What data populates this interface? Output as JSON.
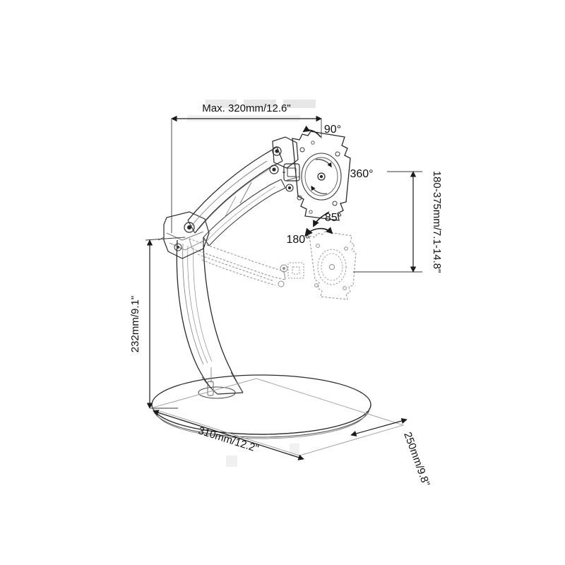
{
  "drawing": {
    "title": "Monitor stand technical dimension drawing",
    "background_color": "#ffffff",
    "line_color": "#1a1a1a",
    "phantom_line_color": "#7a7a7a",
    "watermark_color": "#e3e3e3"
  },
  "dimensions": {
    "reach": {
      "label": "Max. 320mm/12.6\"",
      "orientation": "horizontal",
      "position": "top"
    },
    "height_range": {
      "label": "180-375mm/7.1-14.8\"",
      "orientation": "vertical",
      "position": "right"
    },
    "column_height": {
      "label": "232mm/9.1\"",
      "orientation": "vertical",
      "position": "left"
    },
    "base_width": {
      "label": "310mm/12.2\"",
      "orientation": "diagonal",
      "position": "bottom-left"
    },
    "base_depth": {
      "label": "250mm/9.8\"",
      "orientation": "diagonal",
      "position": "bottom-right"
    }
  },
  "angles": {
    "tilt_up": {
      "label": "90°"
    },
    "rotation": {
      "label": "360°"
    },
    "tilt_down": {
      "label": "85°"
    },
    "swivel": {
      "label": "180°"
    }
  },
  "parts": {
    "vesa_plate": "vesa-mounting-plate",
    "gas_spring_arm": "gas-spring-arm",
    "column": "curved-column",
    "base": "elliptical-base",
    "phantom_arm": "phantom-lowered-arm",
    "phantom_plate": "phantom-lowered-vesa-plate"
  }
}
